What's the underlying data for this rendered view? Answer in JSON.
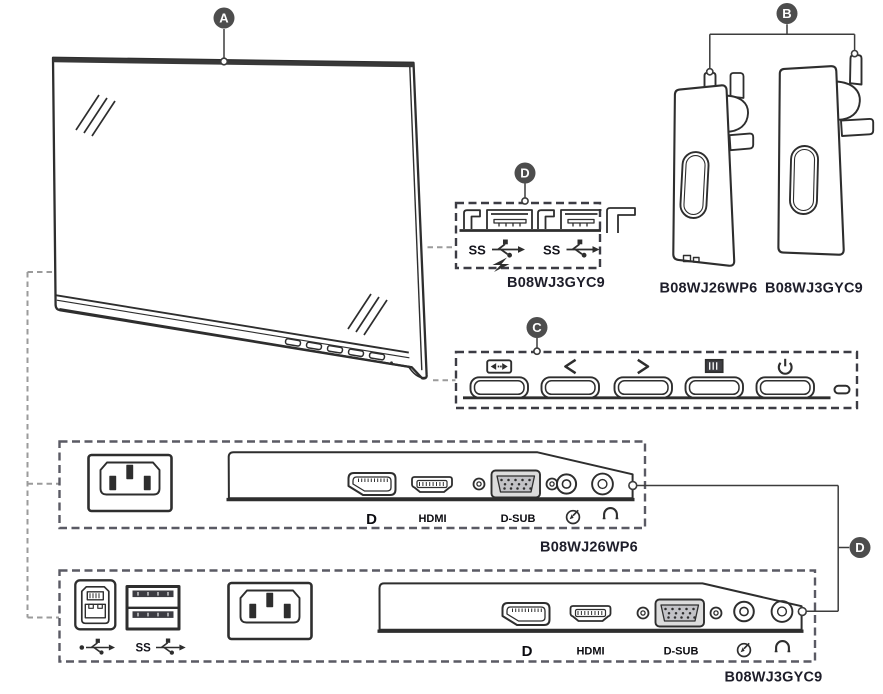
{
  "diagram": {
    "callouts": {
      "a": "A",
      "b": "B",
      "c": "C",
      "d_top": "D",
      "d_right": "D"
    },
    "models": {
      "stand_left": "B08WJ26WP6",
      "stand_right": "B08WJ3GYC9",
      "usb_panel": "B08WJ3GYC9",
      "io_panel_1": "B08WJ26WP6",
      "io_panel_2": "B08WJ3GYC9"
    },
    "usb_panel": {
      "port1_label": "SS",
      "port2_label": "SS"
    },
    "io_panel_1": {
      "displayport_label": "D",
      "hdmi_label": "HDMI",
      "dsub_label": "D-SUB"
    },
    "io_panel_2": {
      "usb_label": "SS",
      "displayport_label": "D",
      "hdmi_label": "HDMI",
      "dsub_label": "D-SUB"
    },
    "colors": {
      "ink": "#2e2e2e",
      "callout_bg": "#4d4d4d",
      "callout_text": "#ffffff",
      "model_text": "#1e1e2a",
      "section_dash": "#44444c",
      "connector_dash": "#9b9b9b",
      "headphone_jack_fill": "#b4b4b4",
      "dsub_fill": "#dcdcdc"
    }
  }
}
